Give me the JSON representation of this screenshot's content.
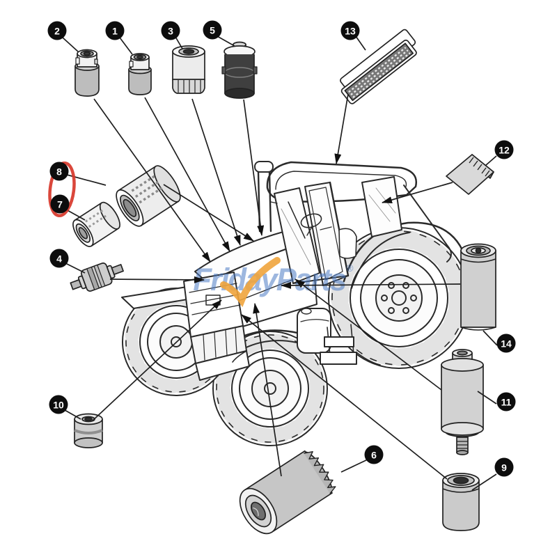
{
  "colors": {
    "highlight_color": "#d7372a",
    "watermark_blue": "#4d7cc4",
    "watermark_orange": "#f0a43c",
    "balloon_bg": "#0d0d0d",
    "line_color": "#1f1f1f"
  },
  "watermark": {
    "brand": "FridayParts",
    "registered": "®"
  },
  "callouts": [
    {
      "label": "1"
    },
    {
      "label": "2"
    },
    {
      "label": "3"
    },
    {
      "label": "4"
    },
    {
      "label": "5"
    },
    {
      "label": "6"
    },
    {
      "label": "7"
    },
    {
      "label": "8"
    },
    {
      "label": "9"
    },
    {
      "label": "10"
    },
    {
      "label": "11"
    },
    {
      "label": "12"
    },
    {
      "label": "13"
    },
    {
      "label": "14"
    }
  ]
}
